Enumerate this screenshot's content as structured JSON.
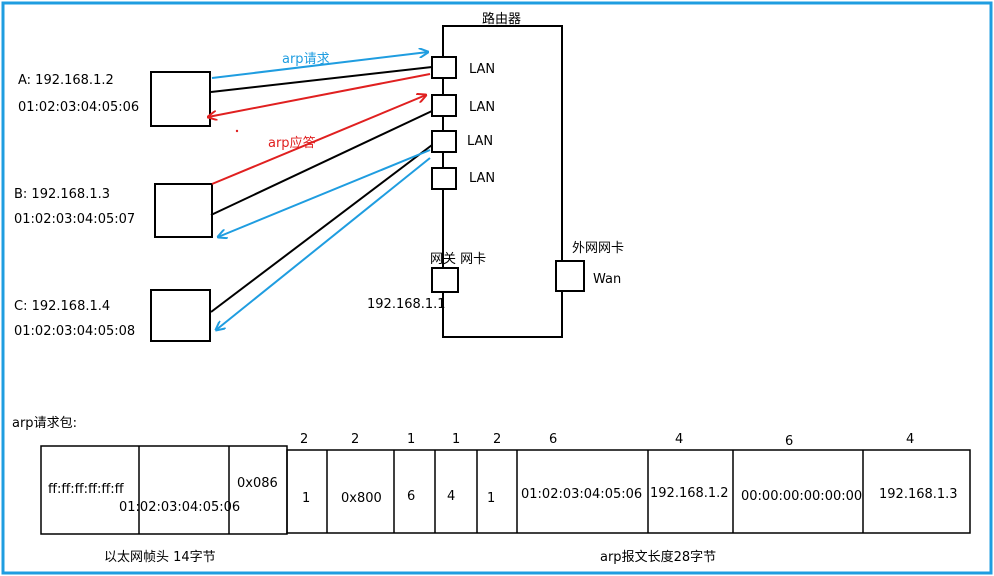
{
  "router": {
    "title": "路由器",
    "lan_ports": [
      "LAN",
      "LAN",
      "LAN",
      "LAN"
    ],
    "gateway_label": "网关 网卡",
    "gateway_ip": "192.168.1.1",
    "wan_card_label": "外网网卡",
    "wan_label": "Wan"
  },
  "hosts": [
    {
      "ip": "A: 192.168.1.2",
      "mac": "01:02:03:04:05:06"
    },
    {
      "ip": "B: 192.168.1.3",
      "mac": "01:02:03:04:05:07"
    },
    {
      "ip": "C: 192.168.1.4",
      "mac": "01:02:03:04:05:08"
    }
  ],
  "arrows": {
    "request_label": "arp请求",
    "reply_label": "arp应答",
    "request_color": "#1f9de0",
    "reply_color": "#e02020"
  },
  "packet": {
    "title": "arp请求包:",
    "sizes": [
      "2",
      "2",
      "1",
      "1",
      "2",
      "6",
      "4",
      "6",
      "4"
    ],
    "ethernet_cells": [
      "ff:ff:ff:ff:ff:ff",
      "01:02:03:04:05:06",
      "0x086"
    ],
    "arp_cells": [
      "1",
      "0x800",
      "6",
      "4",
      "1",
      "01:02:03:04:05:06",
      "192.168.1.2",
      "00:00:00:00:00:00",
      "192.168.1.3"
    ],
    "ethernet_caption": "以太网帧头 14字节",
    "arp_caption": "arp报文长度28字节"
  }
}
